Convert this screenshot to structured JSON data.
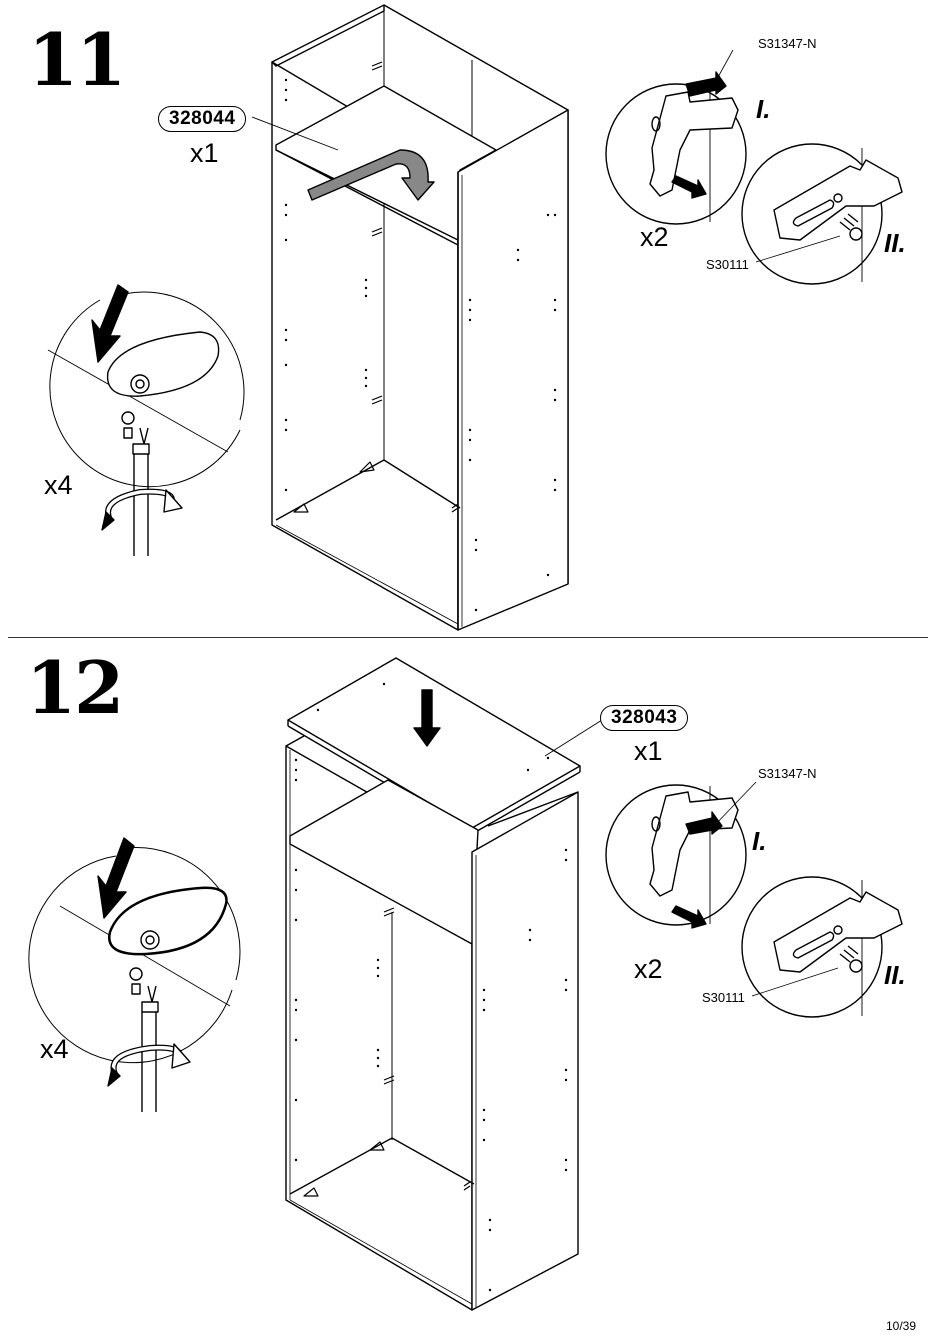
{
  "steps": [
    {
      "number": "11",
      "part_code": "328044",
      "part_qty": "x1",
      "screw_qty": "x4",
      "detail": {
        "bracket_code": "S31347-N",
        "screw_code": "S30111",
        "qty": "x2",
        "stage_1": "I.",
        "stage_2": "II."
      }
    },
    {
      "number": "12",
      "part_code": "328043",
      "part_qty": "x1",
      "screw_qty": "x4",
      "detail": {
        "bracket_code": "S31347-N",
        "screw_code": "S30111",
        "qty": "x2",
        "stage_1": "I.",
        "stage_2": "II."
      }
    }
  ],
  "page": {
    "number": "10/39"
  }
}
